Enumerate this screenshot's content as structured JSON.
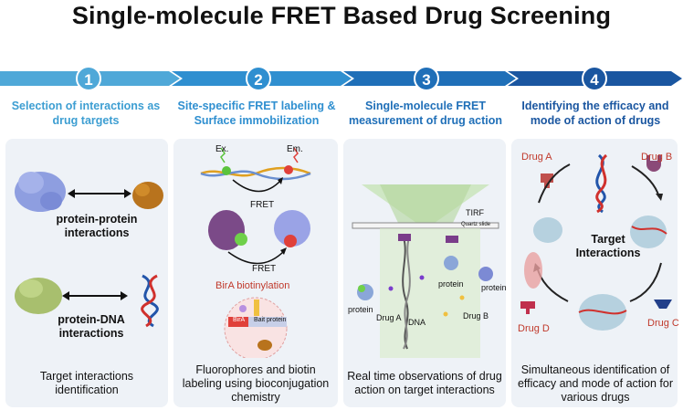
{
  "title": "Single-molecule FRET Based Drug Screening",
  "colors": {
    "step1": "#4fa8d8",
    "step2": "#2f8fd0",
    "step3": "#1f6fb8",
    "step4": "#1a56a0",
    "panel": "#eef2f7",
    "drug": "#c0392b"
  },
  "steps": [
    {
      "number": "1",
      "heading": "Selection of interactions as drug targets"
    },
    {
      "number": "2",
      "heading": "Site-specific FRET labeling & Surface immobilization"
    },
    {
      "number": "3",
      "heading": "Single-molecule FRET measurement of drug action"
    },
    {
      "number": "4",
      "heading": "Identifying the efficacy and mode of action of drugs"
    }
  ],
  "panel1": {
    "pp_label": "protein-protein interactions",
    "pd_label": "protein-DNA interactions",
    "caption": "Target interactions identification"
  },
  "panel2": {
    "ex": "Ex.",
    "em": "Em.",
    "fret1": "FRET",
    "fret2": "FRET",
    "birA_title": "BirA biotinylation",
    "birA": "BirA",
    "bait": "Bait protein",
    "caption": "Fluorophores and biotin labeling using bioconjugation chemistry"
  },
  "panel3": {
    "tirf": "TIRF",
    "quartz": "Quartz slide",
    "protein_left": "protein",
    "protein_mid": "protein",
    "protein_right": "protein",
    "drug_a": "Drug A",
    "dna": "DNA",
    "drug_b": "Drug B",
    "caption": "Real time observations of drug action on target interactions"
  },
  "panel4": {
    "drug_a": "Drug A",
    "drug_b": "Drug B",
    "drug_c": "Drug C",
    "drug_d": "Drug D",
    "center": "Target Interactions",
    "caption": "Simultaneous identification of efficacy and mode of action for various drugs"
  }
}
